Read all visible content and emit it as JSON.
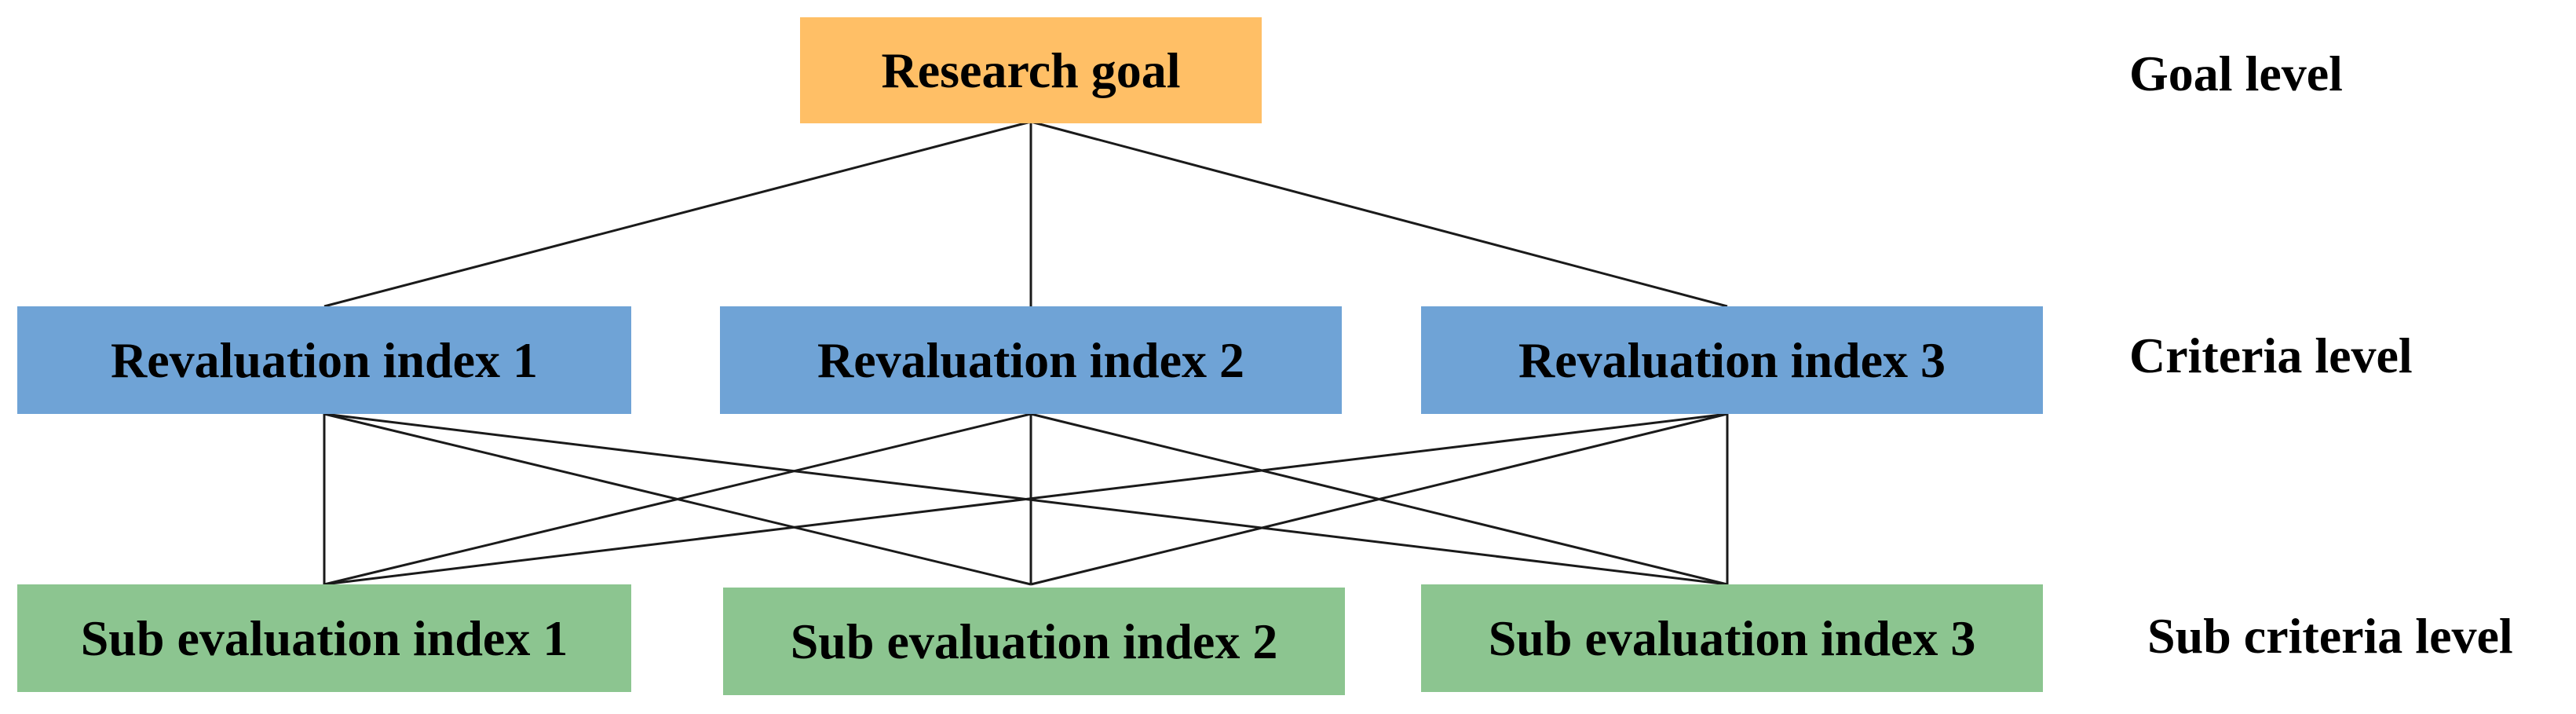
{
  "colors": {
    "goal": "#FFBF66",
    "criteria": "#6FA3D6",
    "sub_criteria": "#8CC590",
    "line": "#1a1a1a"
  },
  "goal": {
    "label": "Research goal"
  },
  "criteria": [
    {
      "label": "Revaluation index 1"
    },
    {
      "label": "Revaluation index 2"
    },
    {
      "label": "Revaluation index 3"
    }
  ],
  "sub_criteria": [
    {
      "label": "Sub evaluation index 1"
    },
    {
      "label": "Sub evaluation index 2"
    },
    {
      "label": "Sub evaluation index 3"
    }
  ],
  "levels": {
    "goal": "Goal level",
    "criteria": "Criteria level",
    "sub_criteria": "Sub criteria level"
  }
}
